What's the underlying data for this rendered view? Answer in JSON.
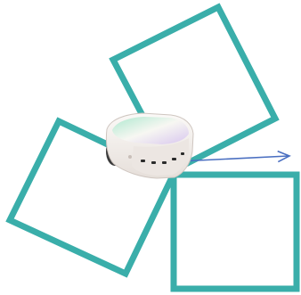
{
  "colors": {
    "square_stroke": "#3aaeaa",
    "arrow": "#4a6fc1",
    "robot_shell": "#f4f1ee",
    "robot_shadow": "#b9b2ad",
    "robot_top_glow": "#aee8cf",
    "robot_top_glow2": "#d8c6ef",
    "wheel": "#3b3b3b",
    "sensor": "#2b2b2b"
  },
  "diagram": {
    "shapes": [
      {
        "kind": "square",
        "name": "upper-rotated-square"
      },
      {
        "kind": "square",
        "name": "left-rotated-square"
      },
      {
        "kind": "square",
        "name": "lower-right-square"
      },
      {
        "kind": "arrow",
        "name": "heading-arrow",
        "direction": "right"
      },
      {
        "kind": "image",
        "name": "thymio-robot"
      }
    ]
  }
}
